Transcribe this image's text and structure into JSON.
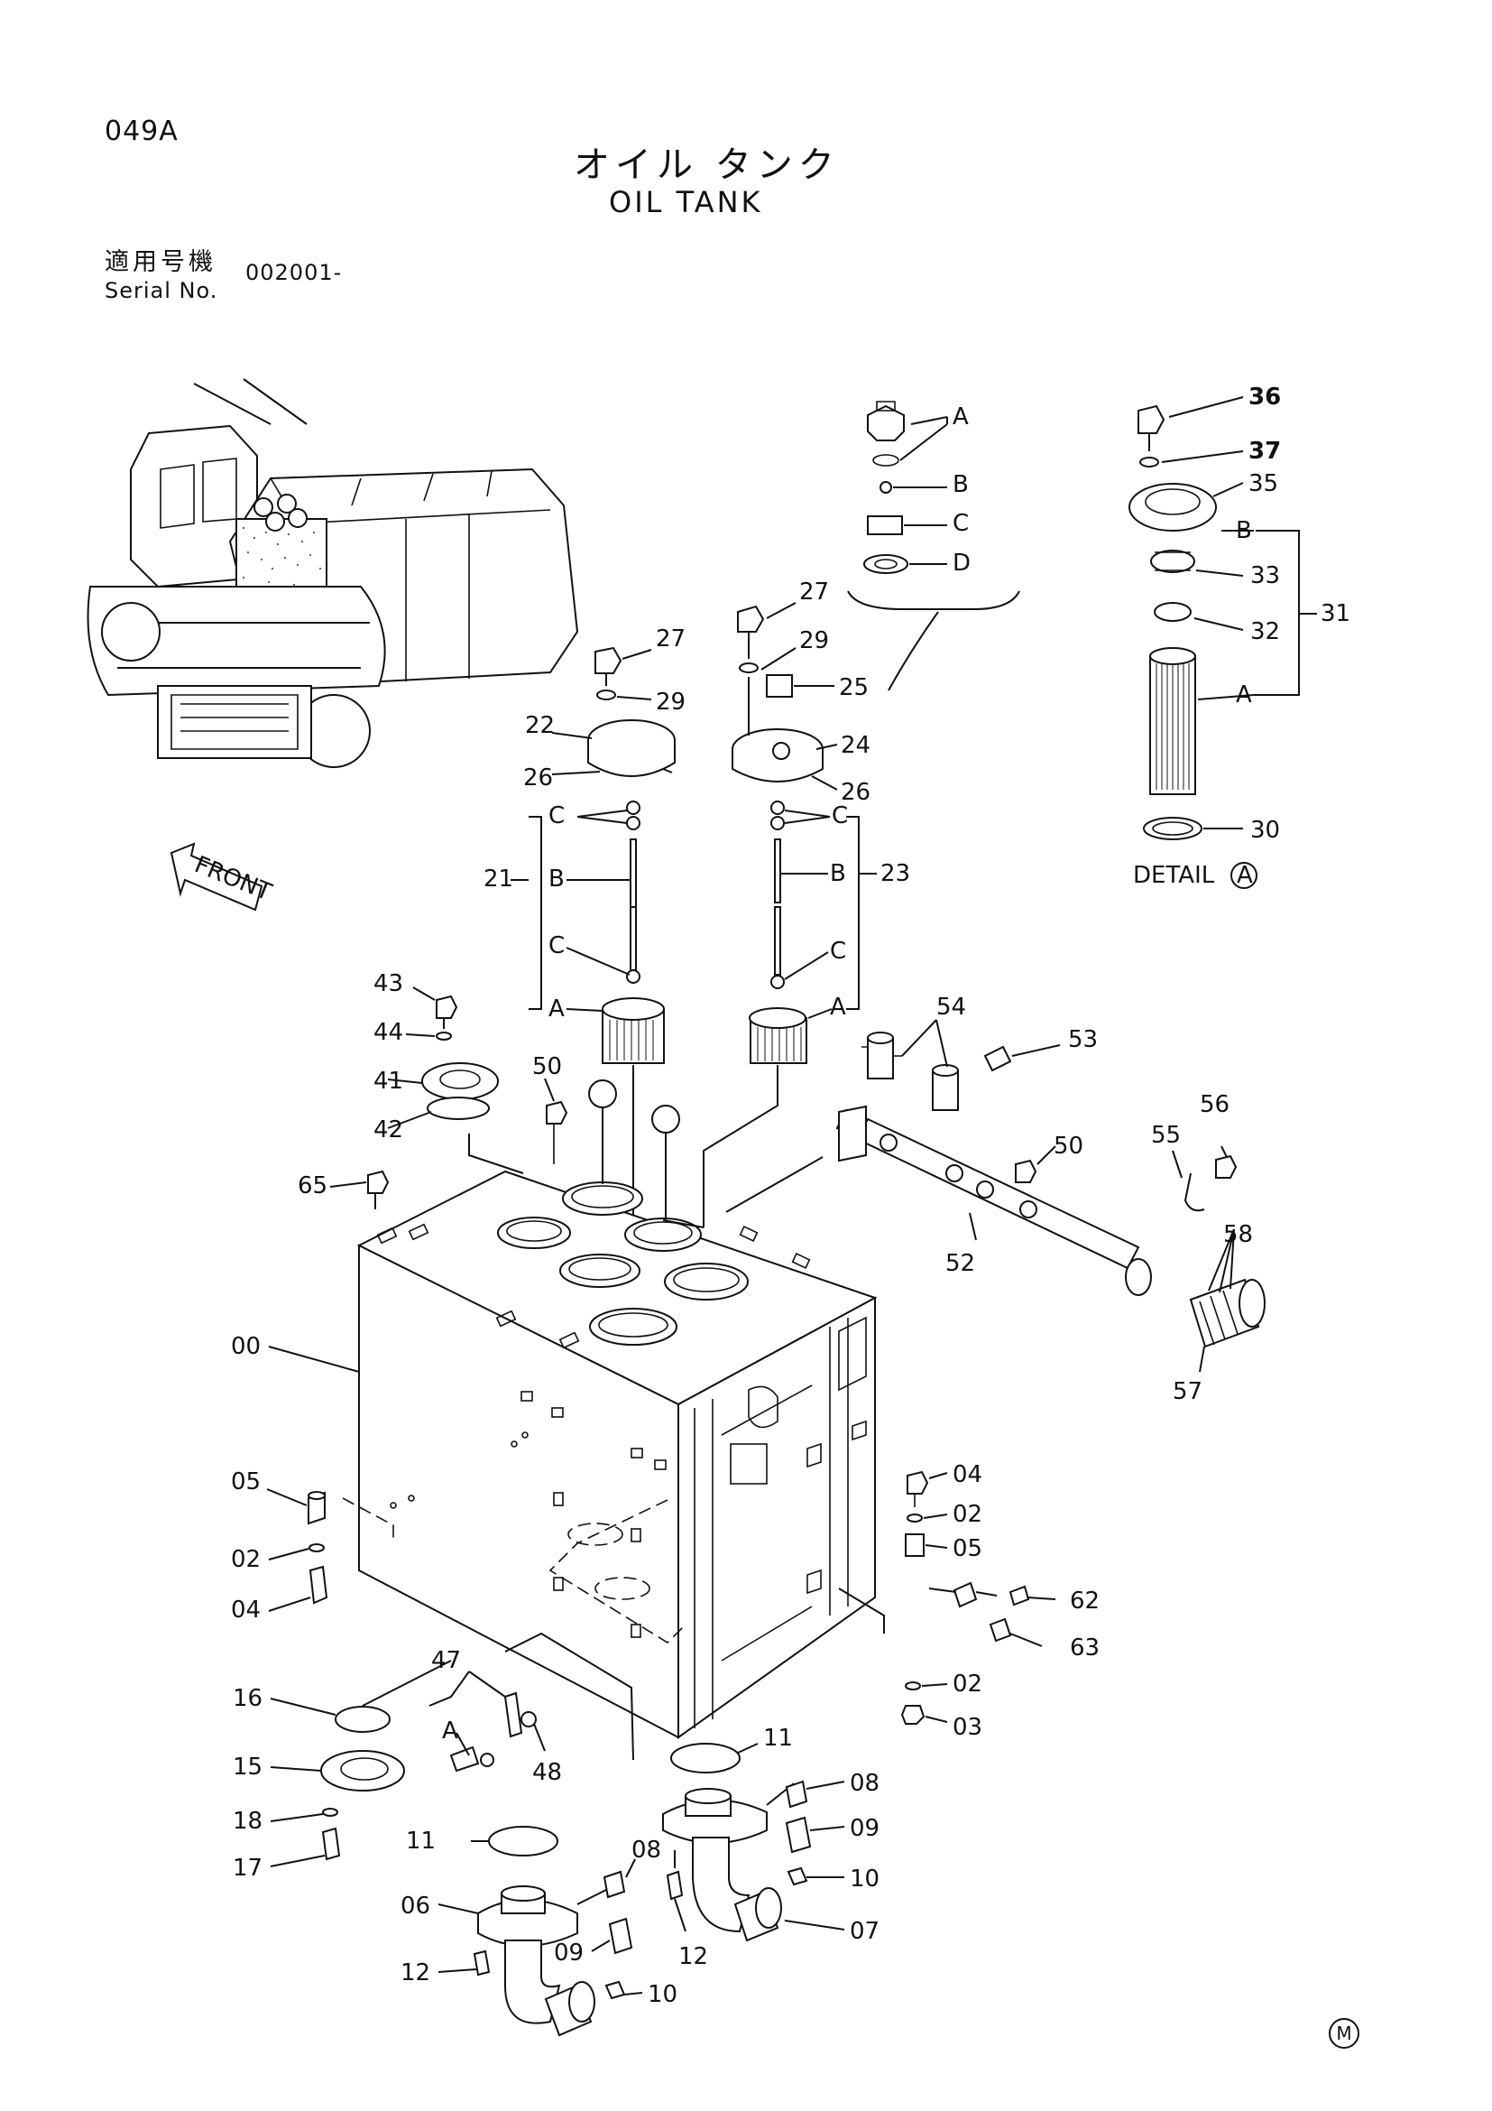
{
  "header": {
    "page_code": "049A",
    "title_jp": "オイル タンク",
    "title_en": "OIL TANK",
    "serial_label_jp": "適用号機",
    "serial_label_en": "Serial No.",
    "serial_value": "002001-"
  },
  "detail_label": "DETAIL",
  "detail_ref": "A",
  "front_label": "FRONT",
  "corner_mark": "M",
  "callouts": {
    "c36": "36",
    "c37": "37",
    "c35": "35",
    "c31": "31",
    "c33": "33",
    "c32": "32",
    "c30": "30",
    "cB31": "B",
    "cA31": "A",
    "cA25": "A",
    "cB25": "B",
    "cC25": "C",
    "cD25": "D",
    "c27a": "27",
    "c29a": "29",
    "c22": "22",
    "c26a": "26",
    "c21": "21",
    "cC21a": "C",
    "cB21": "B",
    "cC21b": "C",
    "cA21": "A",
    "c27b": "27",
    "c29b": "29",
    "c25": "25",
    "c24": "24",
    "c26b": "26",
    "c23": "23",
    "cC23a": "C",
    "cB23": "B",
    "cC23b": "C",
    "cA23": "A",
    "c43": "43",
    "c44": "44",
    "c41": "41",
    "c42": "42",
    "c50a": "50",
    "c65": "65",
    "c54": "54",
    "c53": "53",
    "c50b": "50",
    "c56": "56",
    "c55": "55",
    "c58": "58",
    "c52": "52",
    "c57": "57",
    "c00": "00",
    "c05a": "05",
    "c02a": "02",
    "c04a": "04",
    "c04b": "04",
    "c02b": "02",
    "c05b": "05",
    "c62": "62",
    "c63": "63",
    "c02c": "02",
    "c03": "03",
    "c16": "16",
    "c47": "47",
    "cA47": "A",
    "c48": "48",
    "c15": "15",
    "c18": "18",
    "c17": "17",
    "c11a": "11",
    "c11b": "11",
    "c08a": "08",
    "c09a": "09",
    "c10a": "10",
    "c06": "06",
    "c08b": "08",
    "c09b": "09",
    "c10b": "10",
    "c12a": "12",
    "c12b": "12",
    "c07": "07"
  }
}
